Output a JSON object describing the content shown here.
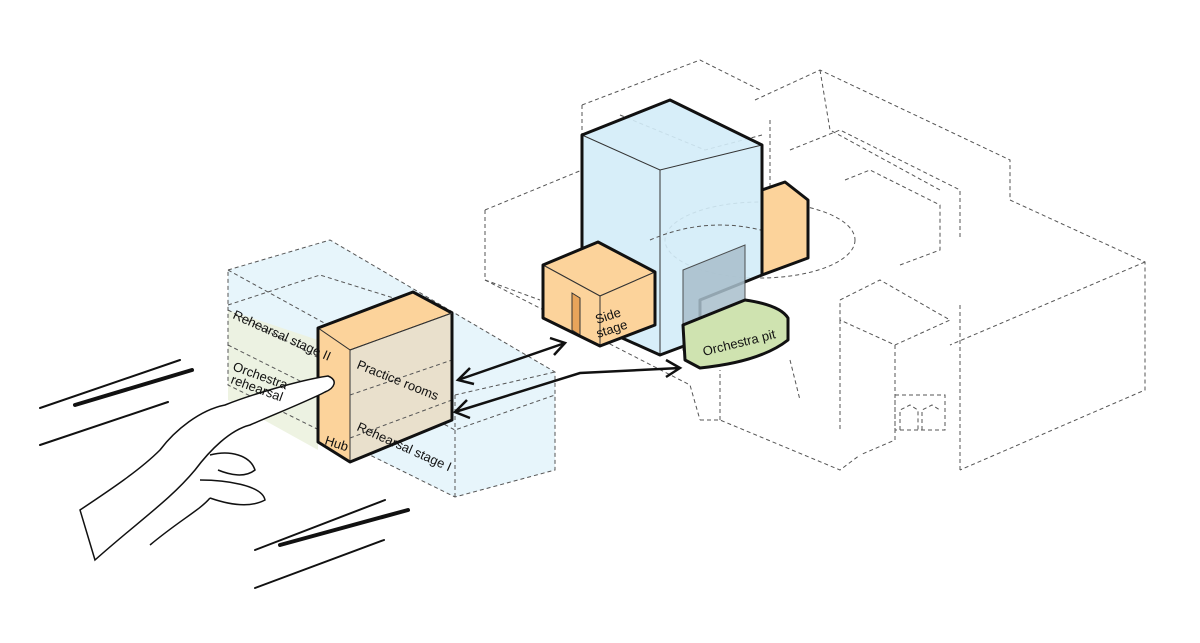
{
  "labels": {
    "rehearsal_stage_2": "Rehearsal stage II",
    "orchestra_rehearsal_1": "Orchestra",
    "orchestra_rehearsal_2": "rehearsal",
    "practice_rooms": "Practice rooms",
    "hub": "Hub",
    "rehearsal_stage_1": "Rehearsal stage I",
    "side_stage_1": "Side",
    "side_stage_2": "stage",
    "orchestra_pit": "Orchestra pit"
  },
  "colors": {
    "blue": "#d3ecf8",
    "orange": "#fcd39b",
    "tan": "#e9e0cc",
    "green": "#cfe3b0",
    "pale_green": "#ecf2df"
  }
}
